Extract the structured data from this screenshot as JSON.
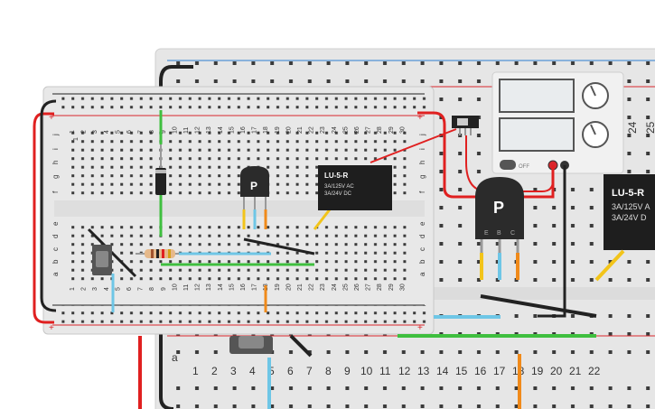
{
  "colors": {
    "board": "#e3e3e3",
    "board_edge": "#cfcfcf",
    "hole": "#3a3a3a",
    "rail_red": "#d9262c",
    "rail_blue": "#2c7fd0",
    "wire_red": "#e02020",
    "wire_black": "#222222",
    "wire_green": "#3fbf3f",
    "wire_blue": "#6ec6e6",
    "wire_yellow": "#f2c41a",
    "wire_orange": "#f08a1a",
    "relay": "#1e1e1e",
    "transistor": "#2b2b2b"
  },
  "small_board": {
    "row_letters": [
      "j",
      "i",
      "h",
      "g",
      "f",
      "e",
      "d",
      "c",
      "b",
      "a"
    ],
    "column_numbers": [
      "1",
      "2",
      "3",
      "4",
      "5",
      "6",
      "7",
      "8",
      "9",
      "10",
      "11",
      "12",
      "13",
      "14",
      "15",
      "16",
      "17",
      "18",
      "19",
      "20",
      "21",
      "22",
      "23",
      "24",
      "25",
      "26",
      "27",
      "28",
      "29",
      "30"
    ],
    "rail_plus": "+",
    "rail_minus": "−"
  },
  "large_board": {
    "visible_numbers": [
      "1",
      "2",
      "3",
      "4",
      "5",
      "6",
      "7",
      "8",
      "9",
      "10",
      "11",
      "12",
      "13",
      "14",
      "15",
      "16",
      "17",
      "18",
      "19",
      "20",
      "21",
      "22"
    ],
    "side_numbers": [
      "24",
      "25"
    ],
    "row_letter": "a"
  },
  "transistor_small": {
    "label": "P"
  },
  "transistor_large": {
    "label": "P",
    "pins": [
      "E",
      "B",
      "C"
    ]
  },
  "relay_small": {
    "title": "LU-5-R",
    "line1": "3A/125V AC",
    "line2": "3A/24V  DC"
  },
  "relay_large": {
    "title": "LU-5-R",
    "line1": "3A/125V A",
    "line2": "3A/24V  D"
  },
  "power_supply": {
    "off_label": "OFF"
  }
}
